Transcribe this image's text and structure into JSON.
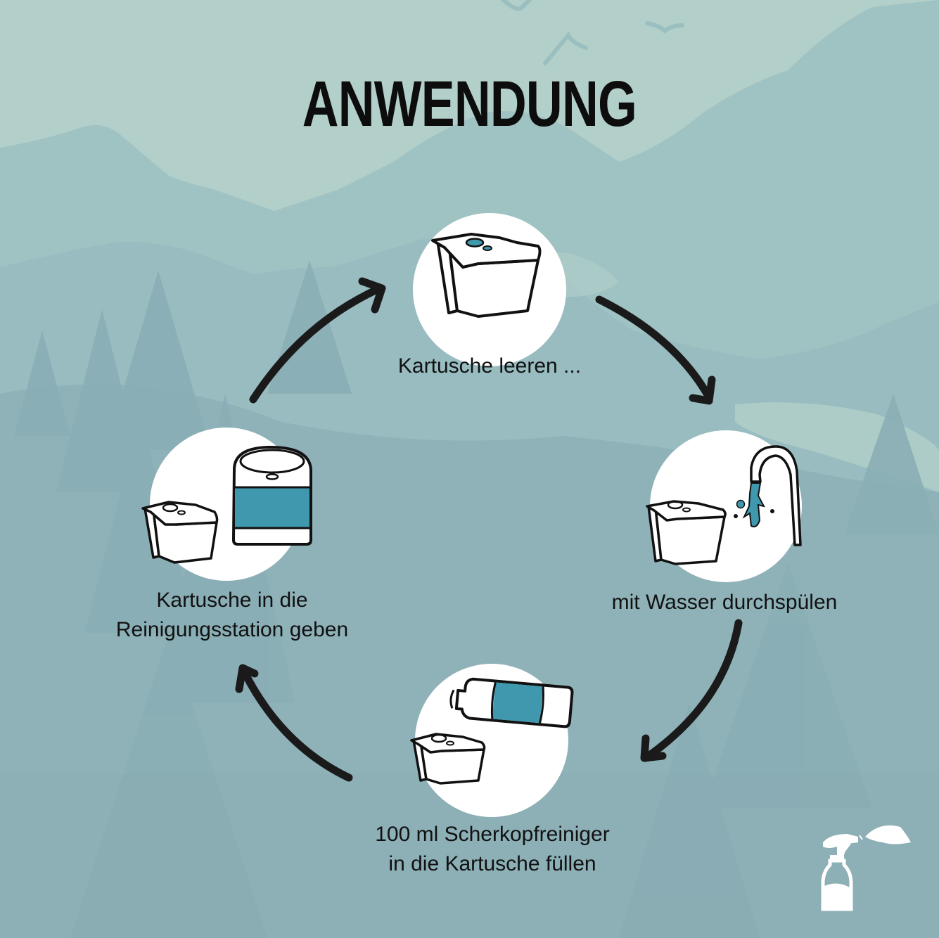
{
  "title": "ANWENDUNG",
  "colors": {
    "sky": "#b3cfc9",
    "mountain_far": "#9fc2c3",
    "mountain_mid": "#98bcc0",
    "forest": "#8caeb6",
    "accent_teal": "#3f98ad",
    "ink": "#111111",
    "circle": "#ffffff"
  },
  "steps": [
    {
      "id": "step-1",
      "label_lines": [
        "Kartusche leeren ..."
      ],
      "icon": "cartridge-icon"
    },
    {
      "id": "step-2",
      "label_lines": [
        "mit Wasser durchspülen"
      ],
      "icon": "faucet-rinse-icon"
    },
    {
      "id": "step-3",
      "label_lines": [
        "100 ml Scherkopfreiniger",
        "in die Kartusche füllen"
      ],
      "icon": "bottle-pour-icon"
    },
    {
      "id": "step-4",
      "label_lines": [
        "Kartusche in die",
        "Reinigungsstation geben"
      ],
      "icon": "cleaning-station-icon"
    }
  ],
  "arrows": [
    {
      "from": "step-4",
      "to": "step-1",
      "direction": "clockwise"
    },
    {
      "from": "step-1",
      "to": "step-2",
      "direction": "clockwise"
    },
    {
      "from": "step-2",
      "to": "step-3",
      "direction": "clockwise"
    },
    {
      "from": "step-3",
      "to": "step-4",
      "direction": "clockwise"
    }
  ],
  "brand_icon": "spray-bottle-leaf-icon"
}
